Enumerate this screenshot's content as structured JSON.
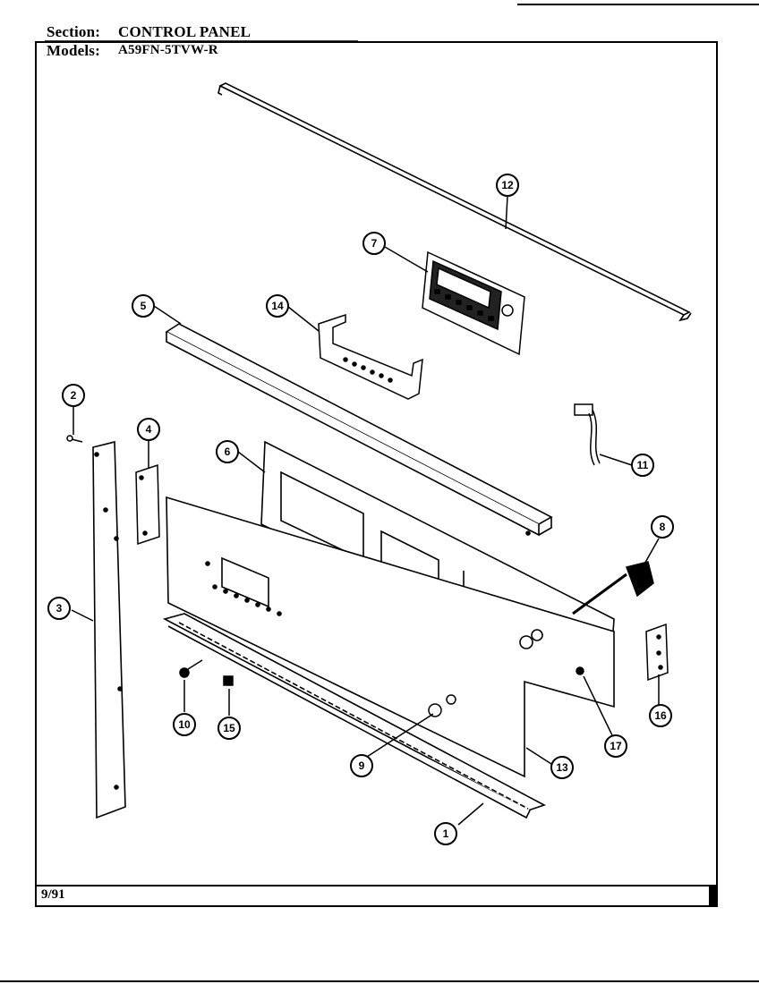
{
  "header": {
    "section_label": "Section:",
    "section_value": "CONTROL PANEL",
    "models_label": "Models:",
    "models_value": "A59FN-5TVW-R"
  },
  "footer": {
    "date": "9/91"
  },
  "callouts": {
    "c1": "1",
    "c2": "2",
    "c3": "3",
    "c4": "4",
    "c5": "5",
    "c6": "6",
    "c7": "7",
    "c8": "8",
    "c9": "9",
    "c10": "10",
    "c11": "11",
    "c12": "12",
    "c13": "13",
    "c14": "14",
    "c15": "15",
    "c16": "16",
    "c17": "17"
  }
}
